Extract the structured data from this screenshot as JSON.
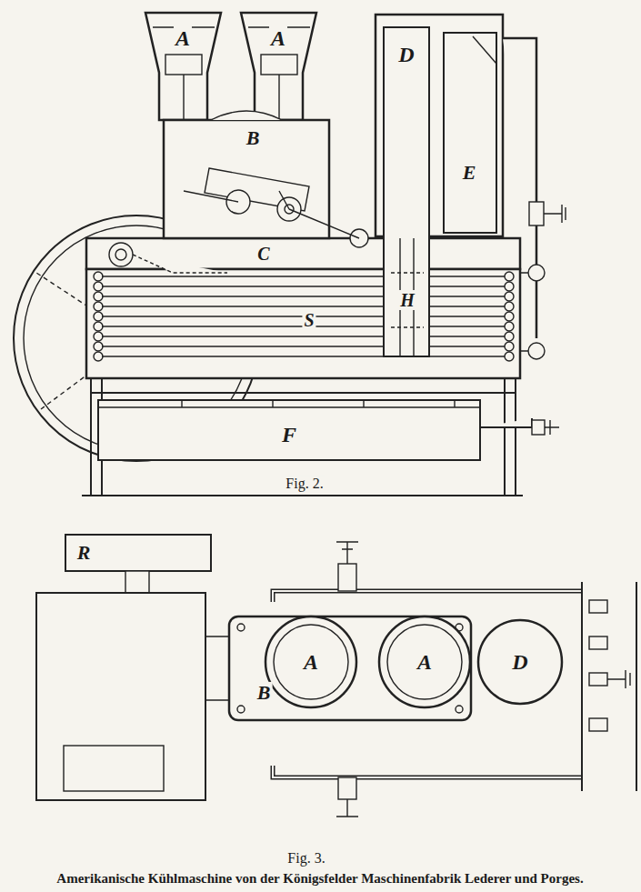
{
  "diagram": {
    "caption": "Amerikanische Kühlmaschine von der Königsfelder Maschinenfabrik Lederer und Porges.",
    "labels": [
      "A",
      "A",
      "B",
      "D",
      "E",
      "C",
      "H",
      "S",
      "F",
      "Fig. 2.",
      "R",
      "A",
      "A",
      "B",
      "D",
      "Fig. 3."
    ]
  }
}
